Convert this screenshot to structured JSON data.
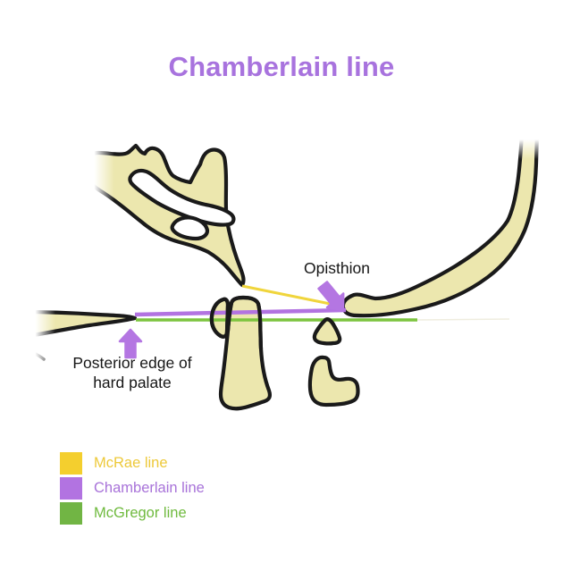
{
  "title": {
    "text": "Chamberlain line",
    "color": "#a873de"
  },
  "labels": {
    "opisthion": "Opisthion",
    "palate_line1": "Posterior edge of",
    "palate_line2": "hard palate"
  },
  "legend": {
    "items": [
      {
        "label": "McRae line",
        "color": "#f4cf2e",
        "text_color": "#edc93a"
      },
      {
        "label": "Chamberlain line",
        "color": "#b273e1",
        "text_color": "#a873d9"
      },
      {
        "label": "McGregor line",
        "color": "#71b544",
        "text_color": "#6fba3e"
      }
    ]
  },
  "lines": {
    "mcrae": {
      "name": "McRae line",
      "color": "#f0d53c"
    },
    "chamberlain": {
      "name": "Chamberlain line",
      "color": "#b273e1"
    },
    "mcgregor": {
      "name": "McGregor line",
      "color": "#7cc43e"
    }
  },
  "icons": {
    "opisthion_arrow": "arrow-down-right",
    "palate_arrow": "arrow-up"
  },
  "diagram": {
    "background": "#ffffff",
    "bone_fill": "#ece7ae",
    "outline_color": "#1a1a1a",
    "arrow_color": "#b476e2",
    "label_color": "#161616"
  }
}
